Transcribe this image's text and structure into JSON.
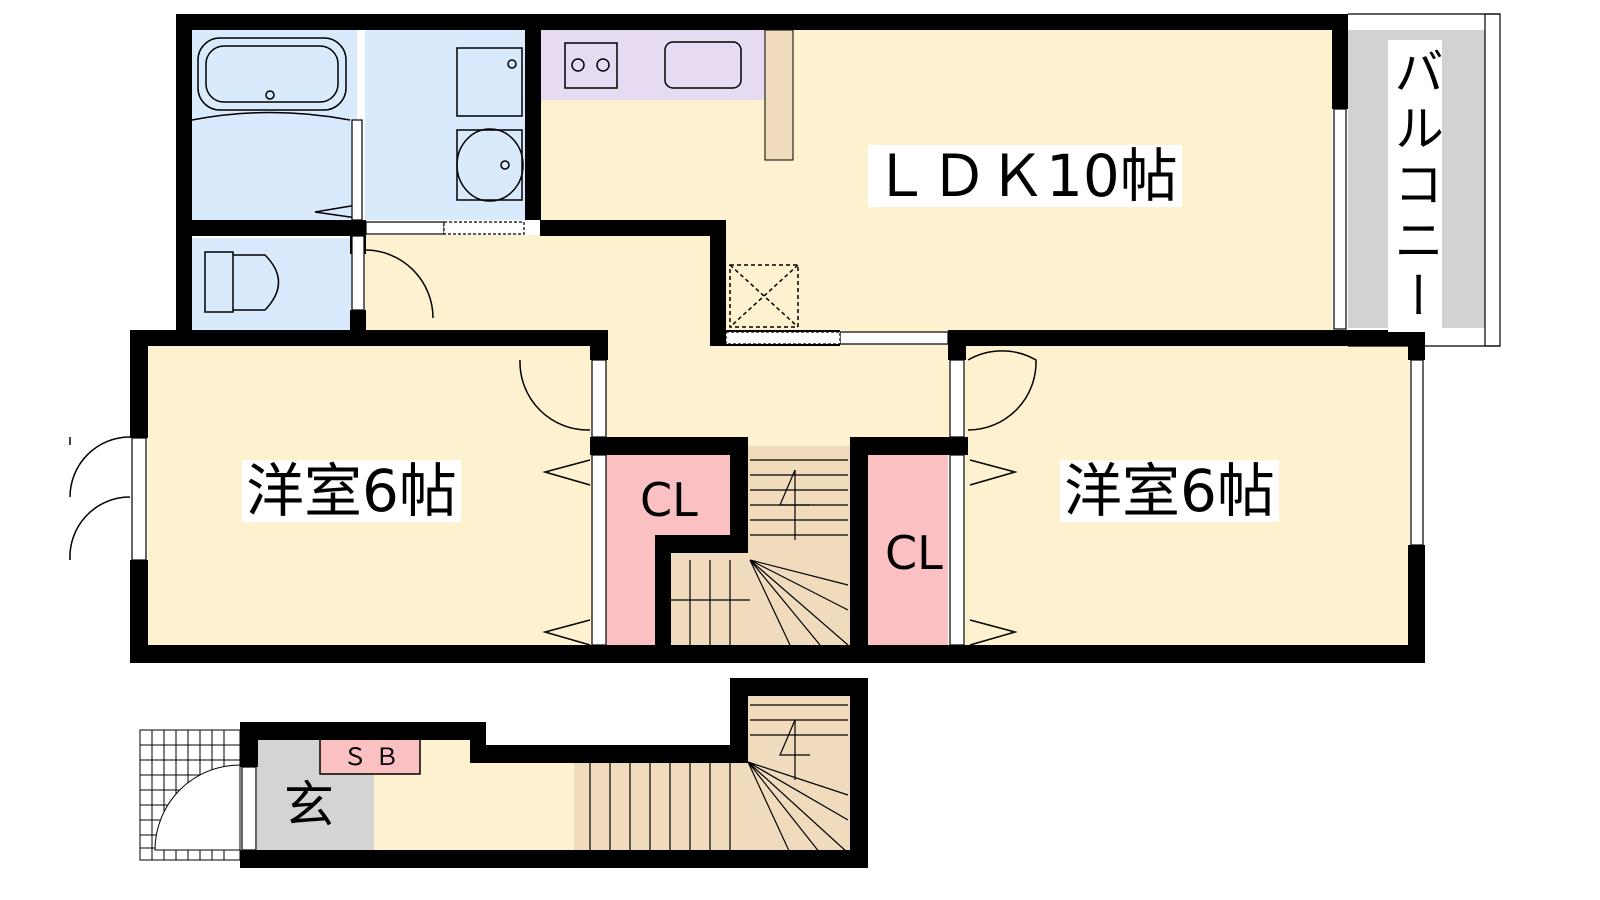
{
  "rooms": {
    "ldk": "ＬＤＫ10帖",
    "balcony": "バルコニー",
    "western_left": "洋室6帖",
    "western_right": "洋室6帖",
    "closet_left": "CL",
    "closet_right": "CL",
    "shoe_box": "ＳＢ",
    "entrance": "玄"
  },
  "colors": {
    "living": "#fdf1cf",
    "wet": "#d9eafc",
    "kitchen": "#e7dbf3",
    "closet": "#fbc0c1",
    "stairs": "#f0dcbd",
    "balcony": "#d2d2d2",
    "entrance": "#d4d4d4",
    "wall": "#000000"
  }
}
